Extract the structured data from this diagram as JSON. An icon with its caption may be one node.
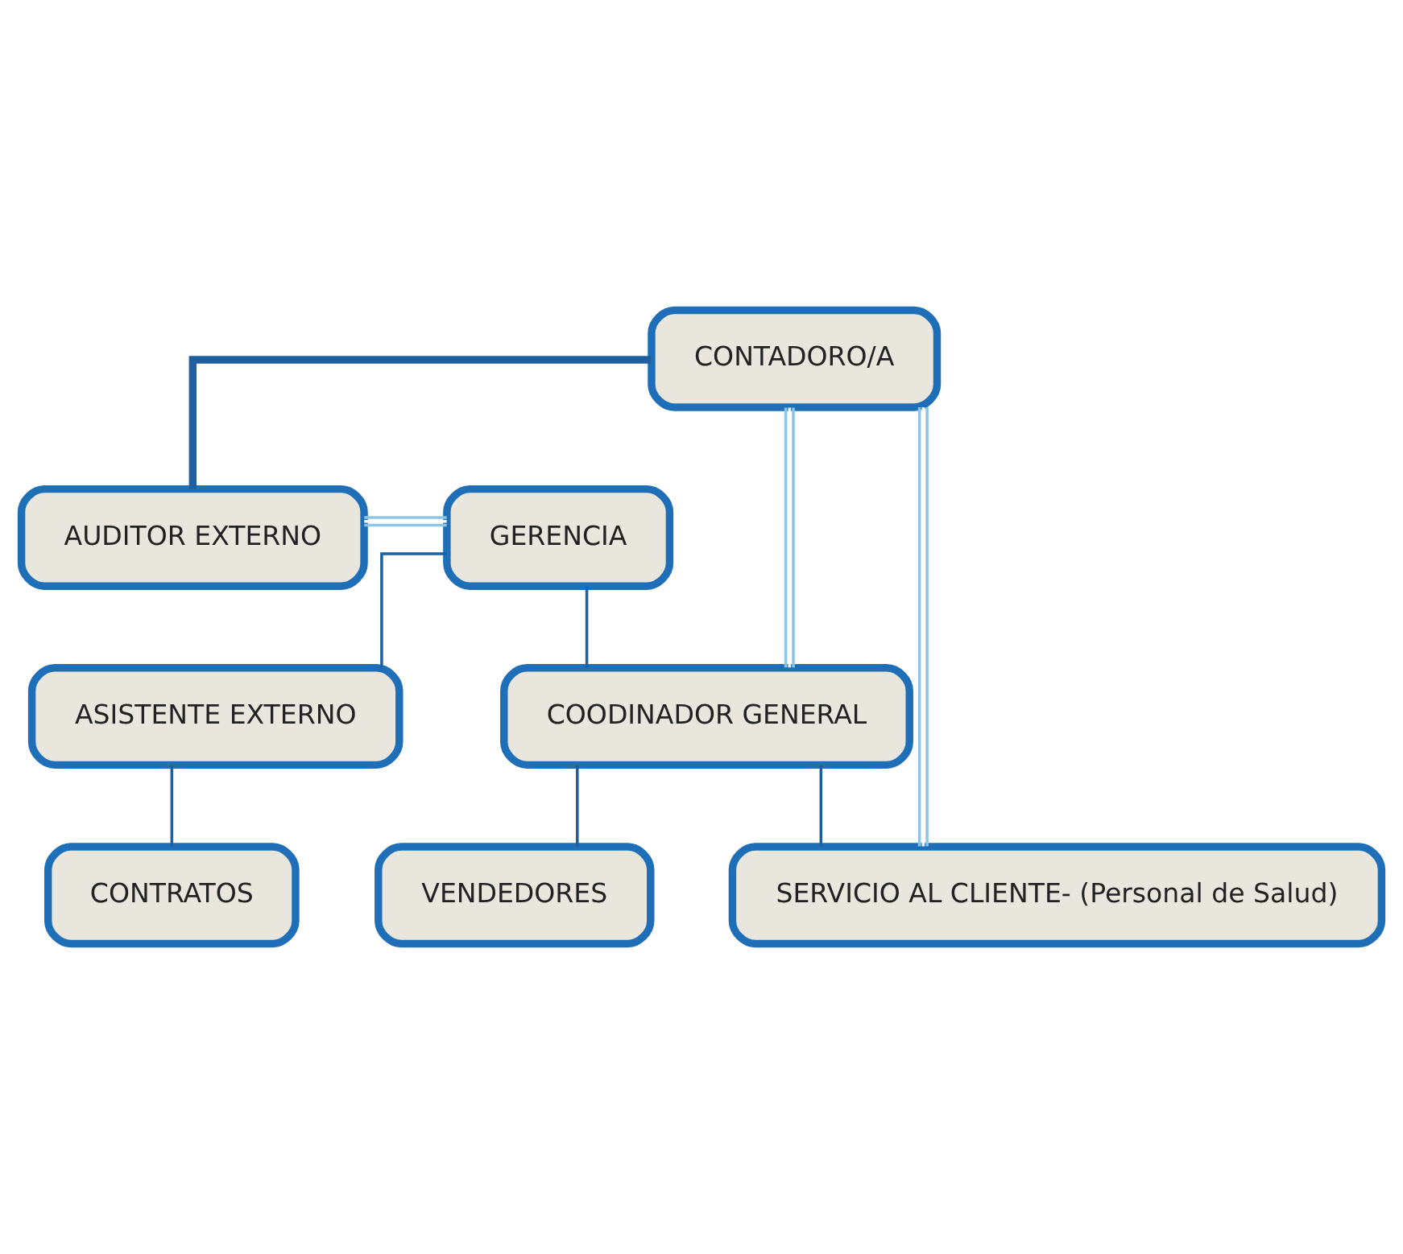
{
  "diagram": {
    "nodes": [
      {
        "text": [
          "AUDITOR EXTERNO"
        ]
      },
      {
        "text": [
          "GERENCIA"
        ]
      },
      {
        "text": [
          "CONTADORO/A"
        ]
      },
      {
        "text": [
          "COODINADOR GENERAL"
        ]
      },
      {
        "text": [
          "ASISTENTE EXTERNO"
        ]
      },
      {
        "text": [
          "SERVICIO AL CLIENTE- (Personal de Salud)"
        ]
      },
      {
        "text": [
          "VENDEDORES"
        ]
      },
      {
        "text": [
          "CONTRATOS"
        ]
      }
    ],
    "edges": [
      {
        "from": 0,
        "to": 1,
        "arrow": "none",
        "color": "#8ec5e6"
      },
      {
        "from": 2,
        "to": 0,
        "arrow": "none",
        "style": "thick"
      },
      {
        "from": 1,
        "to": 3,
        "arrow": "none"
      },
      {
        "from": 1,
        "to": 4,
        "arrow": "none"
      },
      {
        "from": 2,
        "to": 3,
        "arrow": "none",
        "color": "#8ec5e6"
      },
      {
        "from": 2,
        "to": 5,
        "arrow": "none",
        "color": "#8ec5e6"
      },
      {
        "from": 3,
        "to": 5,
        "arrow": "none"
      },
      {
        "from": 3,
        "to": 6,
        "arrow": "none"
      },
      {
        "from": 4,
        "to": 7,
        "arrow": "none"
      }
    ]
  }
}
